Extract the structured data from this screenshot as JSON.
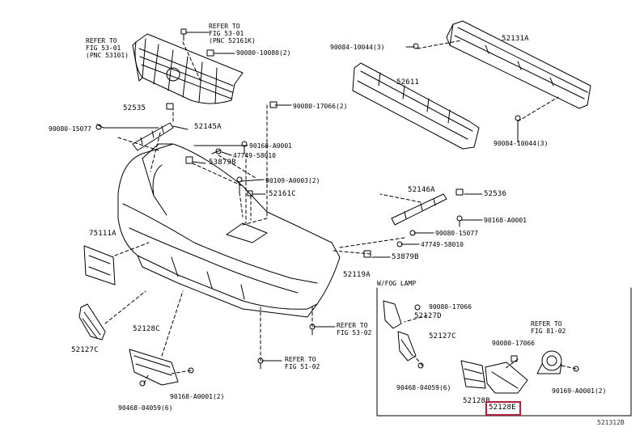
{
  "labels": {
    "p52535": "52535",
    "p90080_15077_left": "90080-15077",
    "p52145a": "52145A",
    "p90168_a0001_top": "90168-A0001",
    "p47749_58010_top": "47749-58010",
    "p53879b_top": "53879B",
    "p90109_a0003": "90109-A0003(2)",
    "p52161c": "52161C",
    "p90080_17066_top": "90080-17066(2)",
    "p90080_10080": "90080-10080(2)",
    "p90084_10044_top": "90084-10044(3)",
    "p52131a": "52131A",
    "p52611": "52611",
    "p90084_10044_bottom": "90084-10044(3)",
    "p52146a": "52146A",
    "p52536": "52536",
    "p90168_a0001_mid": "90168-A0001",
    "p90080_15077_right": "90080-15077",
    "p47749_58010_right": "47749-58010",
    "p53879b_right": "53879B",
    "p52119a": "52119A",
    "p75111a": "75111A",
    "p52128c": "52128C",
    "p52127c_left": "52127C",
    "p90168_a0001_bottom": "90168-A0001(2)",
    "p90468_04059_left": "90468-04059(6)",
    "fog_title": "W/FOG LAMP",
    "p90080_17066_fog1": "90080-17066",
    "p52127d": "52127D",
    "p52127c_fog": "52127C",
    "p90468_04059_fog": "90468-04059(6)",
    "p90080_17066_fog2": "90080-17066",
    "p52128b_fog": "52128B",
    "p52128e": "52128E",
    "p90169_a0001": "90169-A0001(2)",
    "diagram_id": "521312B"
  },
  "references": {
    "ref_fig53_01_left": "REFER TO\nFIG 53-01\n(PNC 53101)",
    "ref_fig53_01_top": "REFER TO\nFIG 53-01\n(PNC 52161K)",
    "ref_fig53_02": "REFER TO\nFIG 53-02",
    "ref_fig51_02": "REFER TO\nFIG 51-02",
    "ref_fig81_02": "REFER TO\nFIG 81-02"
  },
  "highlight": {
    "part": "52128E",
    "color": "#b01e3c"
  }
}
